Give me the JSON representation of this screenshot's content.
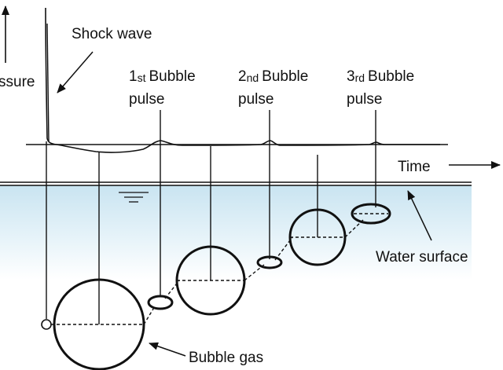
{
  "labels": {
    "pressure": "ssure",
    "shock_wave": "Shock wave",
    "pulse1_num": "1",
    "pulse1_ord": "st",
    "pulse1_word": "Bubble",
    "pulse1_line2": "pulse",
    "pulse2_num": "2",
    "pulse2_ord": "nd",
    "pulse2_word": "Bubble",
    "pulse2_line2": "pulse",
    "pulse3_num": "3",
    "pulse3_ord": "rd",
    "pulse3_word": "Bubble",
    "pulse3_line2": "pulse",
    "time": "Time",
    "water_surface": "Water surface",
    "bubble_gas": "Bubble gas"
  },
  "colors": {
    "ink": "#111111",
    "water_top": "#c9e4f1",
    "water_bottom": "#ffffff"
  }
}
